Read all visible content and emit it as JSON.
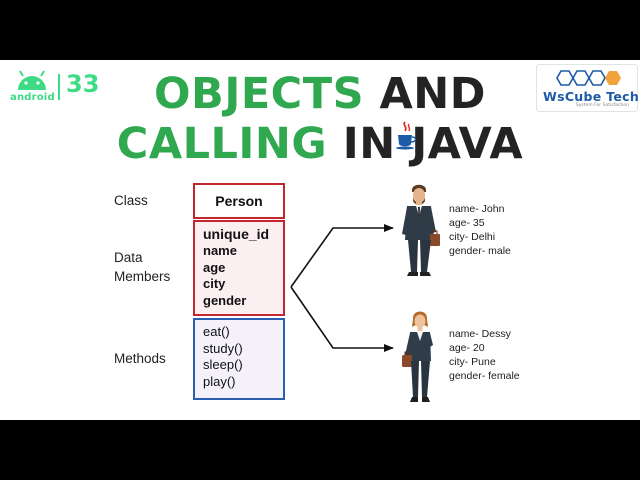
{
  "badge": {
    "platform": "android",
    "number": "33"
  },
  "logo": {
    "brand": "WsCube Tech",
    "tagline": "System For Satisfaction"
  },
  "title": {
    "line1_part1": "OBJECTS",
    "line1_part2": "AND",
    "line2_part1": "CALLING",
    "line2_part2": "IN",
    "line2_part3": "JAVA"
  },
  "diagram": {
    "labels": {
      "class": "Class",
      "data_members_1": "Data",
      "data_members_2": "Members",
      "methods": "Methods"
    },
    "class_name": "Person",
    "members": [
      "unique_id",
      "name",
      "age",
      "city",
      "gender"
    ],
    "methods": [
      "eat()",
      "study()",
      "sleep()",
      "play()"
    ]
  },
  "objects": [
    {
      "figure": "man-icon",
      "lines": [
        "name- John",
        "age- 35",
        "city- Delhi",
        "gender- male"
      ]
    },
    {
      "figure": "woman-icon",
      "lines": [
        "name- Dessy",
        "age- 20",
        "city- Pune",
        "gender- female"
      ]
    }
  ],
  "colors": {
    "green": "#2fa84f",
    "dark_text": "#232323",
    "class_border": "#c2262e",
    "methods_border": "#2b5fb0",
    "android_green": "#3ddc84",
    "brand_blue": "#1d5aa7"
  }
}
